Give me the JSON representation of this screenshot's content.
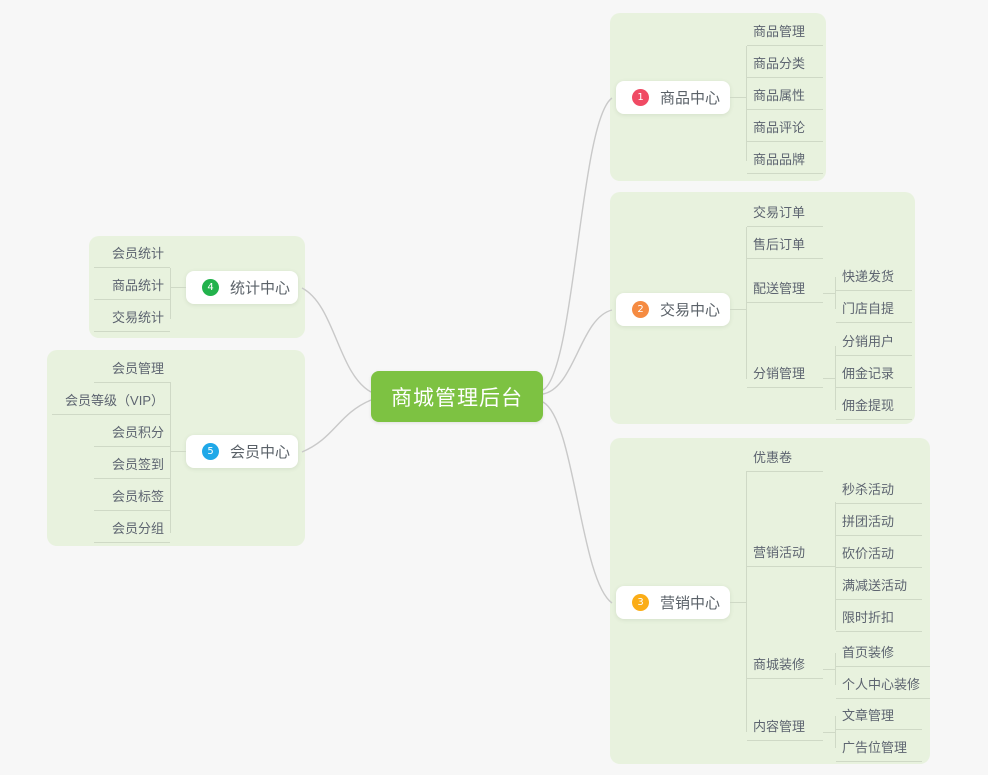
{
  "page": {
    "title": "商城管理后台",
    "background_color": "#f7f7f7",
    "accent_color": "#7dc242",
    "branch_shell_color": "#e8f2de",
    "connector_color": "#cfd9c6"
  },
  "root": {
    "label": "商城管理后台"
  },
  "branches": [
    {
      "index": "1",
      "label": "商品中心",
      "badge_color": "#f04a64",
      "side": "right",
      "children": [
        {
          "label": "商品管理"
        },
        {
          "label": "商品分类"
        },
        {
          "label": "商品属性"
        },
        {
          "label": "商品评论"
        },
        {
          "label": "商品品牌"
        }
      ]
    },
    {
      "index": "2",
      "label": "交易中心",
      "badge_color": "#f58b42",
      "side": "right",
      "children": [
        {
          "label": "交易订单"
        },
        {
          "label": "售后订单"
        },
        {
          "label": "配送管理",
          "children": [
            {
              "label": "快递发货"
            },
            {
              "label": "门店自提"
            }
          ]
        },
        {
          "label": "分销管理",
          "children": [
            {
              "label": "分销用户"
            },
            {
              "label": "佣金记录"
            },
            {
              "label": "佣金提现"
            }
          ]
        }
      ]
    },
    {
      "index": "3",
      "label": "营销中心",
      "badge_color": "#fbad17",
      "side": "right",
      "children": [
        {
          "label": "优惠卷"
        },
        {
          "label": "营销活动",
          "children": [
            {
              "label": "秒杀活动"
            },
            {
              "label": "拼团活动"
            },
            {
              "label": "砍价活动"
            },
            {
              "label": "满减送活动"
            },
            {
              "label": "限时折扣"
            }
          ]
        },
        {
          "label": "商城装修",
          "children": [
            {
              "label": "首页装修"
            },
            {
              "label": "个人中心装修"
            }
          ]
        },
        {
          "label": "内容管理",
          "children": [
            {
              "label": "文章管理"
            },
            {
              "label": "广告位管理"
            }
          ]
        }
      ]
    },
    {
      "index": "4",
      "label": "统计中心",
      "badge_color": "#22b24c",
      "side": "left",
      "children": [
        {
          "label": "会员统计"
        },
        {
          "label": "商品统计"
        },
        {
          "label": "交易统计"
        }
      ]
    },
    {
      "index": "5",
      "label": "会员中心",
      "badge_color": "#1fa8e8",
      "side": "left",
      "children": [
        {
          "label": "会员管理"
        },
        {
          "label": "会员等级（VIP）"
        },
        {
          "label": "会员积分"
        },
        {
          "label": "会员签到"
        },
        {
          "label": "会员标签"
        },
        {
          "label": "会员分组"
        }
      ]
    }
  ]
}
